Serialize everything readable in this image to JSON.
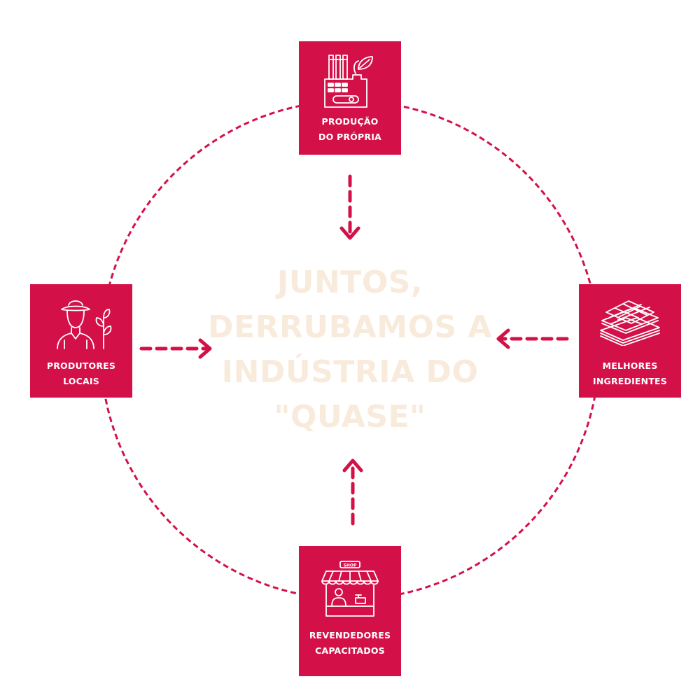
{
  "colors": {
    "accent": "#d31148",
    "center_text": "#f8ebdc",
    "card_text": "#ffffff"
  },
  "center": {
    "lines": [
      "JUNTOS,",
      "DERRUBAMOS A",
      "INDÚSTRIA DO",
      "\"QUASE\""
    ]
  },
  "nodes": {
    "top": {
      "line1": "PRODUÇÃO",
      "line2": "DO PRÓPRIA",
      "icon": "factory-leaf-icon"
    },
    "left": {
      "line1": "PRODUTORES",
      "line2": "LOCAIS",
      "icon": "farmer-plant-icon"
    },
    "right": {
      "line1": "MELHORES",
      "line2": "INGREDIENTES",
      "icon": "chocolate-bars-icon"
    },
    "bottom": {
      "line1": "REVENDEDORES",
      "line2": "CAPACITADOS",
      "icon": "shop-stall-icon",
      "sign": "SHOP"
    }
  }
}
